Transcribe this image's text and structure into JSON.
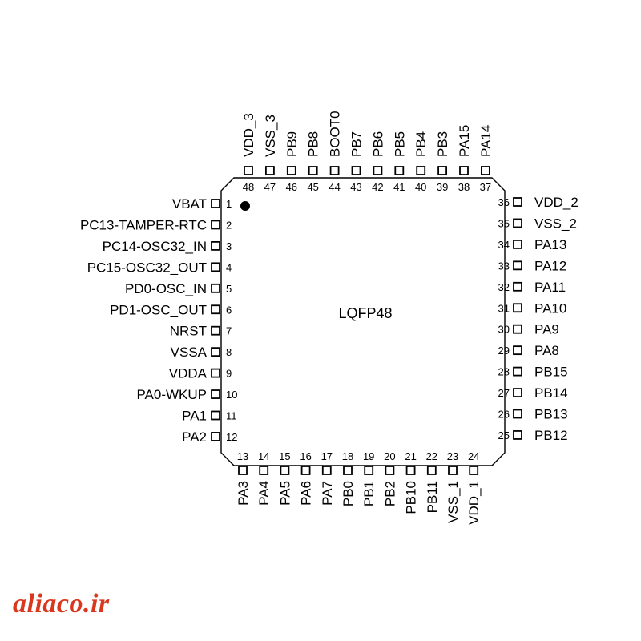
{
  "package": {
    "label": "LQFP48"
  },
  "pins": {
    "left": [
      {
        "num": "1",
        "name": "VBAT"
      },
      {
        "num": "2",
        "name": "PC13-TAMPER-RTC"
      },
      {
        "num": "3",
        "name": "PC14-OSC32_IN"
      },
      {
        "num": "4",
        "name": "PC15-OSC32_OUT"
      },
      {
        "num": "5",
        "name": "PD0-OSC_IN"
      },
      {
        "num": "6",
        "name": "PD1-OSC_OUT"
      },
      {
        "num": "7",
        "name": "NRST"
      },
      {
        "num": "8",
        "name": "VSSA"
      },
      {
        "num": "9",
        "name": "VDDA"
      },
      {
        "num": "10",
        "name": "PA0-WKUP"
      },
      {
        "num": "11",
        "name": "PA1"
      },
      {
        "num": "12",
        "name": "PA2"
      }
    ],
    "bottom": [
      {
        "num": "13",
        "name": "PA3"
      },
      {
        "num": "14",
        "name": "PA4"
      },
      {
        "num": "15",
        "name": "PA5"
      },
      {
        "num": "16",
        "name": "PA6"
      },
      {
        "num": "17",
        "name": "PA7"
      },
      {
        "num": "18",
        "name": "PB0"
      },
      {
        "num": "19",
        "name": "PB1"
      },
      {
        "num": "20",
        "name": "PB2"
      },
      {
        "num": "21",
        "name": "PB10"
      },
      {
        "num": "22",
        "name": "PB11"
      },
      {
        "num": "23",
        "name": "VSS_1"
      },
      {
        "num": "24",
        "name": "VDD_1"
      }
    ],
    "right": [
      {
        "num": "36",
        "name": "VDD_2"
      },
      {
        "num": "35",
        "name": "VSS_2"
      },
      {
        "num": "34",
        "name": "PA13"
      },
      {
        "num": "33",
        "name": "PA12"
      },
      {
        "num": "32",
        "name": "PA11"
      },
      {
        "num": "31",
        "name": "PA10"
      },
      {
        "num": "30",
        "name": "PA9"
      },
      {
        "num": "29",
        "name": "PA8"
      },
      {
        "num": "28",
        "name": "PB15"
      },
      {
        "num": "27",
        "name": "PB14"
      },
      {
        "num": "26",
        "name": "PB13"
      },
      {
        "num": "25",
        "name": "PB12"
      }
    ],
    "top": [
      {
        "num": "48",
        "name": "VDD_3"
      },
      {
        "num": "47",
        "name": "VSS_3"
      },
      {
        "num": "46",
        "name": "PB9"
      },
      {
        "num": "45",
        "name": "PB8"
      },
      {
        "num": "44",
        "name": "BOOT0"
      },
      {
        "num": "43",
        "name": "PB7"
      },
      {
        "num": "42",
        "name": "PB6"
      },
      {
        "num": "41",
        "name": "PB5"
      },
      {
        "num": "40",
        "name": "PB4"
      },
      {
        "num": "39",
        "name": "PB3"
      },
      {
        "num": "38",
        "name": "PA15"
      },
      {
        "num": "37",
        "name": "PA14"
      }
    ]
  },
  "watermark": {
    "text": "aliaco.ir",
    "color": "#d9381e"
  },
  "colors": {
    "outline": "#000000",
    "background": "#ffffff"
  }
}
